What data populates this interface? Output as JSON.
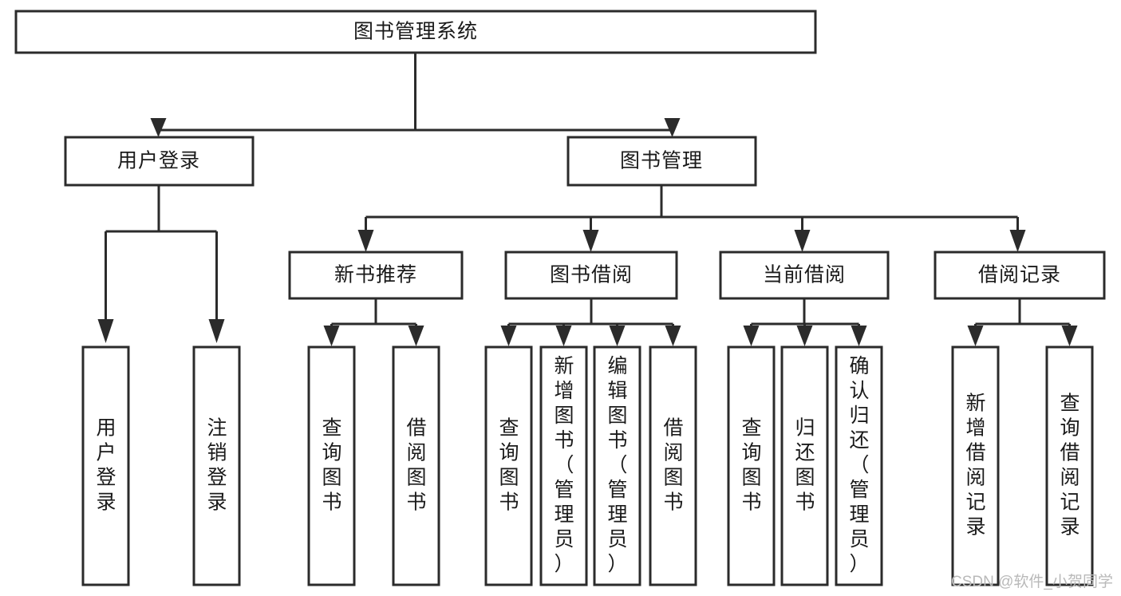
{
  "diagram": {
    "type": "tree",
    "title": "图书管理系统",
    "watermark": "CSDN @软件_小贺同学",
    "colors": {
      "box_stroke": "#2b2b2b",
      "box_fill": "#ffffff",
      "connector": "#2b2b2b",
      "text": "#1a1a1a",
      "watermark": "#b9b9b9",
      "background": "#ffffff"
    },
    "nodes": {
      "root": {
        "label": "图书管理系统"
      },
      "level1": [
        {
          "label": "用户登录"
        },
        {
          "label": "图书管理"
        }
      ],
      "level2": [
        {
          "label": "新书推荐"
        },
        {
          "label": "图书借阅"
        },
        {
          "label": "当前借阅"
        },
        {
          "label": "借阅记录"
        }
      ],
      "leaves_user_login": [
        {
          "label": "用户登录"
        },
        {
          "label": "注销登录"
        }
      ],
      "leaves_new_book": [
        {
          "label": "查询图书"
        },
        {
          "label": "借阅图书"
        }
      ],
      "leaves_borrow": [
        {
          "label": "查询图书"
        },
        {
          "label": "新增图书（管理员）"
        },
        {
          "label": "编辑图书（管理员）"
        },
        {
          "label": "借阅图书"
        }
      ],
      "leaves_current": [
        {
          "label": "查询图书"
        },
        {
          "label": "归还图书"
        },
        {
          "label": "确认归还（管理员）"
        }
      ],
      "leaves_records": [
        {
          "label": "新增借阅记录"
        },
        {
          "label": "查询借阅记录"
        }
      ]
    }
  }
}
